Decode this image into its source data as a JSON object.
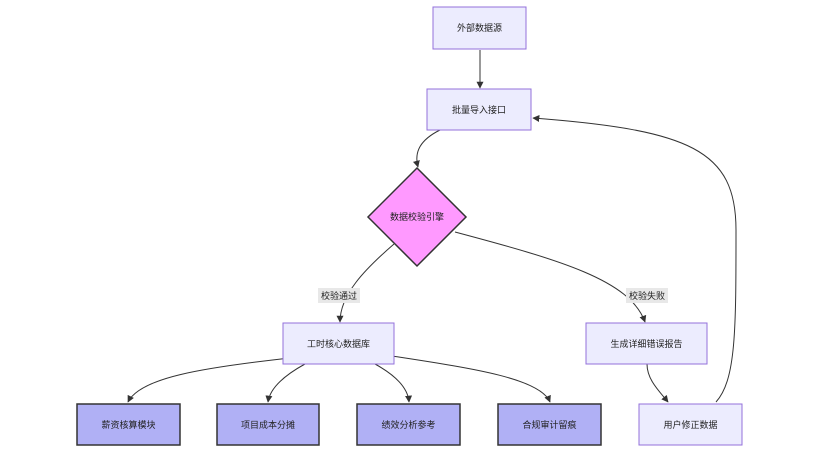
{
  "nodes": {
    "external_source": "外部数据源",
    "batch_import": "批量导入接口",
    "validation_engine": "数据校验引擎",
    "core_db": "工时核心数据库",
    "error_report": "生成详细错误报告",
    "salary_module": "薪资核算模块",
    "project_cost": "项目成本分摊",
    "performance": "绩效分析参考",
    "compliance_audit": "合规审计留痕",
    "user_fix": "用户修正数据"
  },
  "edges": {
    "pass_label": "校验通过",
    "fail_label": "校验失败"
  },
  "colors": {
    "light_fill": "#ececfe",
    "light_stroke": "#9370db",
    "dark_fill": "#b0b0f5",
    "dark_stroke": "#333333",
    "diamond_fill": "#ff99ff",
    "diamond_stroke": "#333333",
    "edge": "#333333",
    "edge_label_bg": "#e8e8e8"
  }
}
